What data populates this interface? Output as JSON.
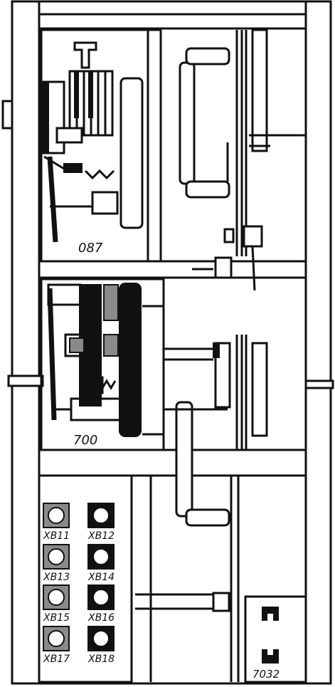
{
  "modules": {
    "upper_label": "087",
    "lower_label": "700"
  },
  "connectors": [
    {
      "label": "XB11",
      "style": "light"
    },
    {
      "label": "XB12",
      "style": "dark"
    },
    {
      "label": "XB13",
      "style": "light"
    },
    {
      "label": "XB14",
      "style": "dark"
    },
    {
      "label": "XB15",
      "style": "light"
    },
    {
      "label": "XB16",
      "style": "dark"
    },
    {
      "label": "XB17",
      "style": "light"
    },
    {
      "label": "XB18",
      "style": "dark"
    }
  ],
  "part_label": "7032",
  "colors": {
    "ink": "#111111",
    "paper": "#ffffff",
    "shade": "#8a8a8a"
  }
}
